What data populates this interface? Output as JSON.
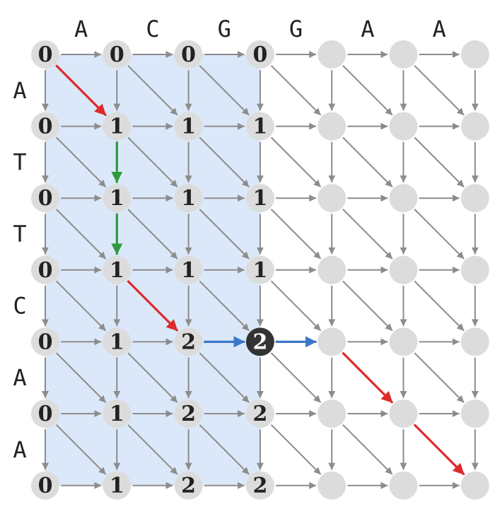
{
  "top_sequence": [
    "A",
    "C",
    "G",
    "G",
    "A",
    "A"
  ],
  "side_sequence": [
    "A",
    "T",
    "T",
    "C",
    "A",
    "A"
  ],
  "node_values": [
    [
      "0",
      "0",
      "0",
      "0",
      "",
      "",
      ""
    ],
    [
      "0",
      "1",
      "1",
      "1",
      "",
      "",
      ""
    ],
    [
      "0",
      "1",
      "1",
      "1",
      "",
      "",
      ""
    ],
    [
      "0",
      "1",
      "1",
      "1",
      "",
      "",
      ""
    ],
    [
      "0",
      "1",
      "2",
      "2",
      "",
      "",
      ""
    ],
    [
      "0",
      "1",
      "2",
      "2",
      "",
      "",
      ""
    ],
    [
      "0",
      "1",
      "2",
      "2",
      "",
      "",
      ""
    ]
  ],
  "highlighted_node": [
    4,
    3
  ],
  "shaded_region": {
    "col_start": 0,
    "col_end": 3,
    "row_start": 0,
    "row_end": 6
  },
  "highlighted_edges": [
    {
      "from": [
        0,
        0
      ],
      "to": [
        1,
        1
      ],
      "color": "#dd2b2b"
    },
    {
      "from": [
        1,
        1
      ],
      "to": [
        2,
        1
      ],
      "color": "#2e9a3c"
    },
    {
      "from": [
        2,
        1
      ],
      "to": [
        3,
        1
      ],
      "color": "#2e9a3c"
    },
    {
      "from": [
        3,
        1
      ],
      "to": [
        4,
        2
      ],
      "color": "#dd2b2b"
    },
    {
      "from": [
        4,
        2
      ],
      "to": [
        4,
        3
      ],
      "color": "#3c78c8"
    },
    {
      "from": [
        4,
        3
      ],
      "to": [
        4,
        4
      ],
      "color": "#3c78c8"
    },
    {
      "from": [
        4,
        4
      ],
      "to": [
        5,
        5
      ],
      "color": "#dd2b2b"
    },
    {
      "from": [
        5,
        5
      ],
      "to": [
        6,
        6
      ],
      "color": "#dd2b2b"
    }
  ],
  "colors": {
    "node_fill": "#dcdcdc",
    "highlight_node_fill": "#333333",
    "edge": "#8c8c8c",
    "shade": "#dbe8f9",
    "text": "#222222",
    "highlight_text": "#ffffff"
  }
}
